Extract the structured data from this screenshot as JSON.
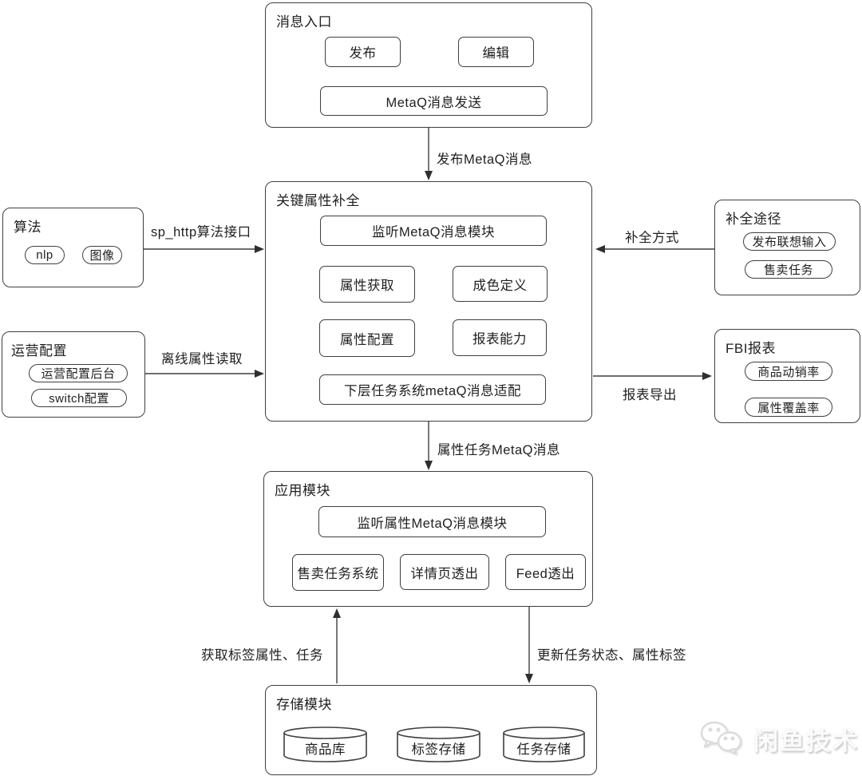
{
  "nodes": {
    "message_entry": {
      "title": "消息入口",
      "publish": "发布",
      "edit": "编辑",
      "metaq_send": "MetaQ消息发送"
    },
    "key_attr": {
      "title": "关键属性补全",
      "listen_metaq": "监听MetaQ消息模块",
      "attr_fetch": "属性获取",
      "condition_def": "成色定义",
      "attr_config": "属性配置",
      "report_ability": "报表能力",
      "task_adapter": "下层任务系统metaQ消息适配"
    },
    "algorithm": {
      "title": "算法",
      "nlp": "nlp",
      "image": "图像"
    },
    "ops_config": {
      "title": "运营配置",
      "ops_backend": "运营配置后台",
      "switch_config": "switch配置"
    },
    "completion_paths": {
      "title": "补全途径",
      "publish_suggest": "发布联想输入",
      "sell_task": "售卖任务"
    },
    "fbi_report": {
      "title": "FBI报表",
      "turnover_rate": "商品动销率",
      "coverage_rate": "属性覆盖率"
    },
    "app_module": {
      "title": "应用模块",
      "listen_attr_metaq": "监听属性MetaQ消息模块",
      "sell_task_system": "售卖任务系统",
      "detail_page": "详情页透出",
      "feed": "Feed透出"
    },
    "storage": {
      "title": "存储模块",
      "product_db": "商品库",
      "tag_storage": "标签存储",
      "task_storage": "任务存储"
    }
  },
  "edges": {
    "publish_metaq": "发布MetaQ消息",
    "sp_http": "sp_http算法接口",
    "offline_attr": "离线属性读取",
    "completion_method": "补全方式",
    "report_export": "报表导出",
    "attr_task_metaq": "属性任务MetaQ消息",
    "fetch_tag_attr": "获取标签属性、任务",
    "update_task": "更新任务状态、属性标签"
  },
  "watermark": {
    "text": "闲鱼技术"
  },
  "colors": {
    "stroke": "#3f3f3f",
    "background": "#ffffff",
    "watermark_text": "#fbfbfb"
  }
}
